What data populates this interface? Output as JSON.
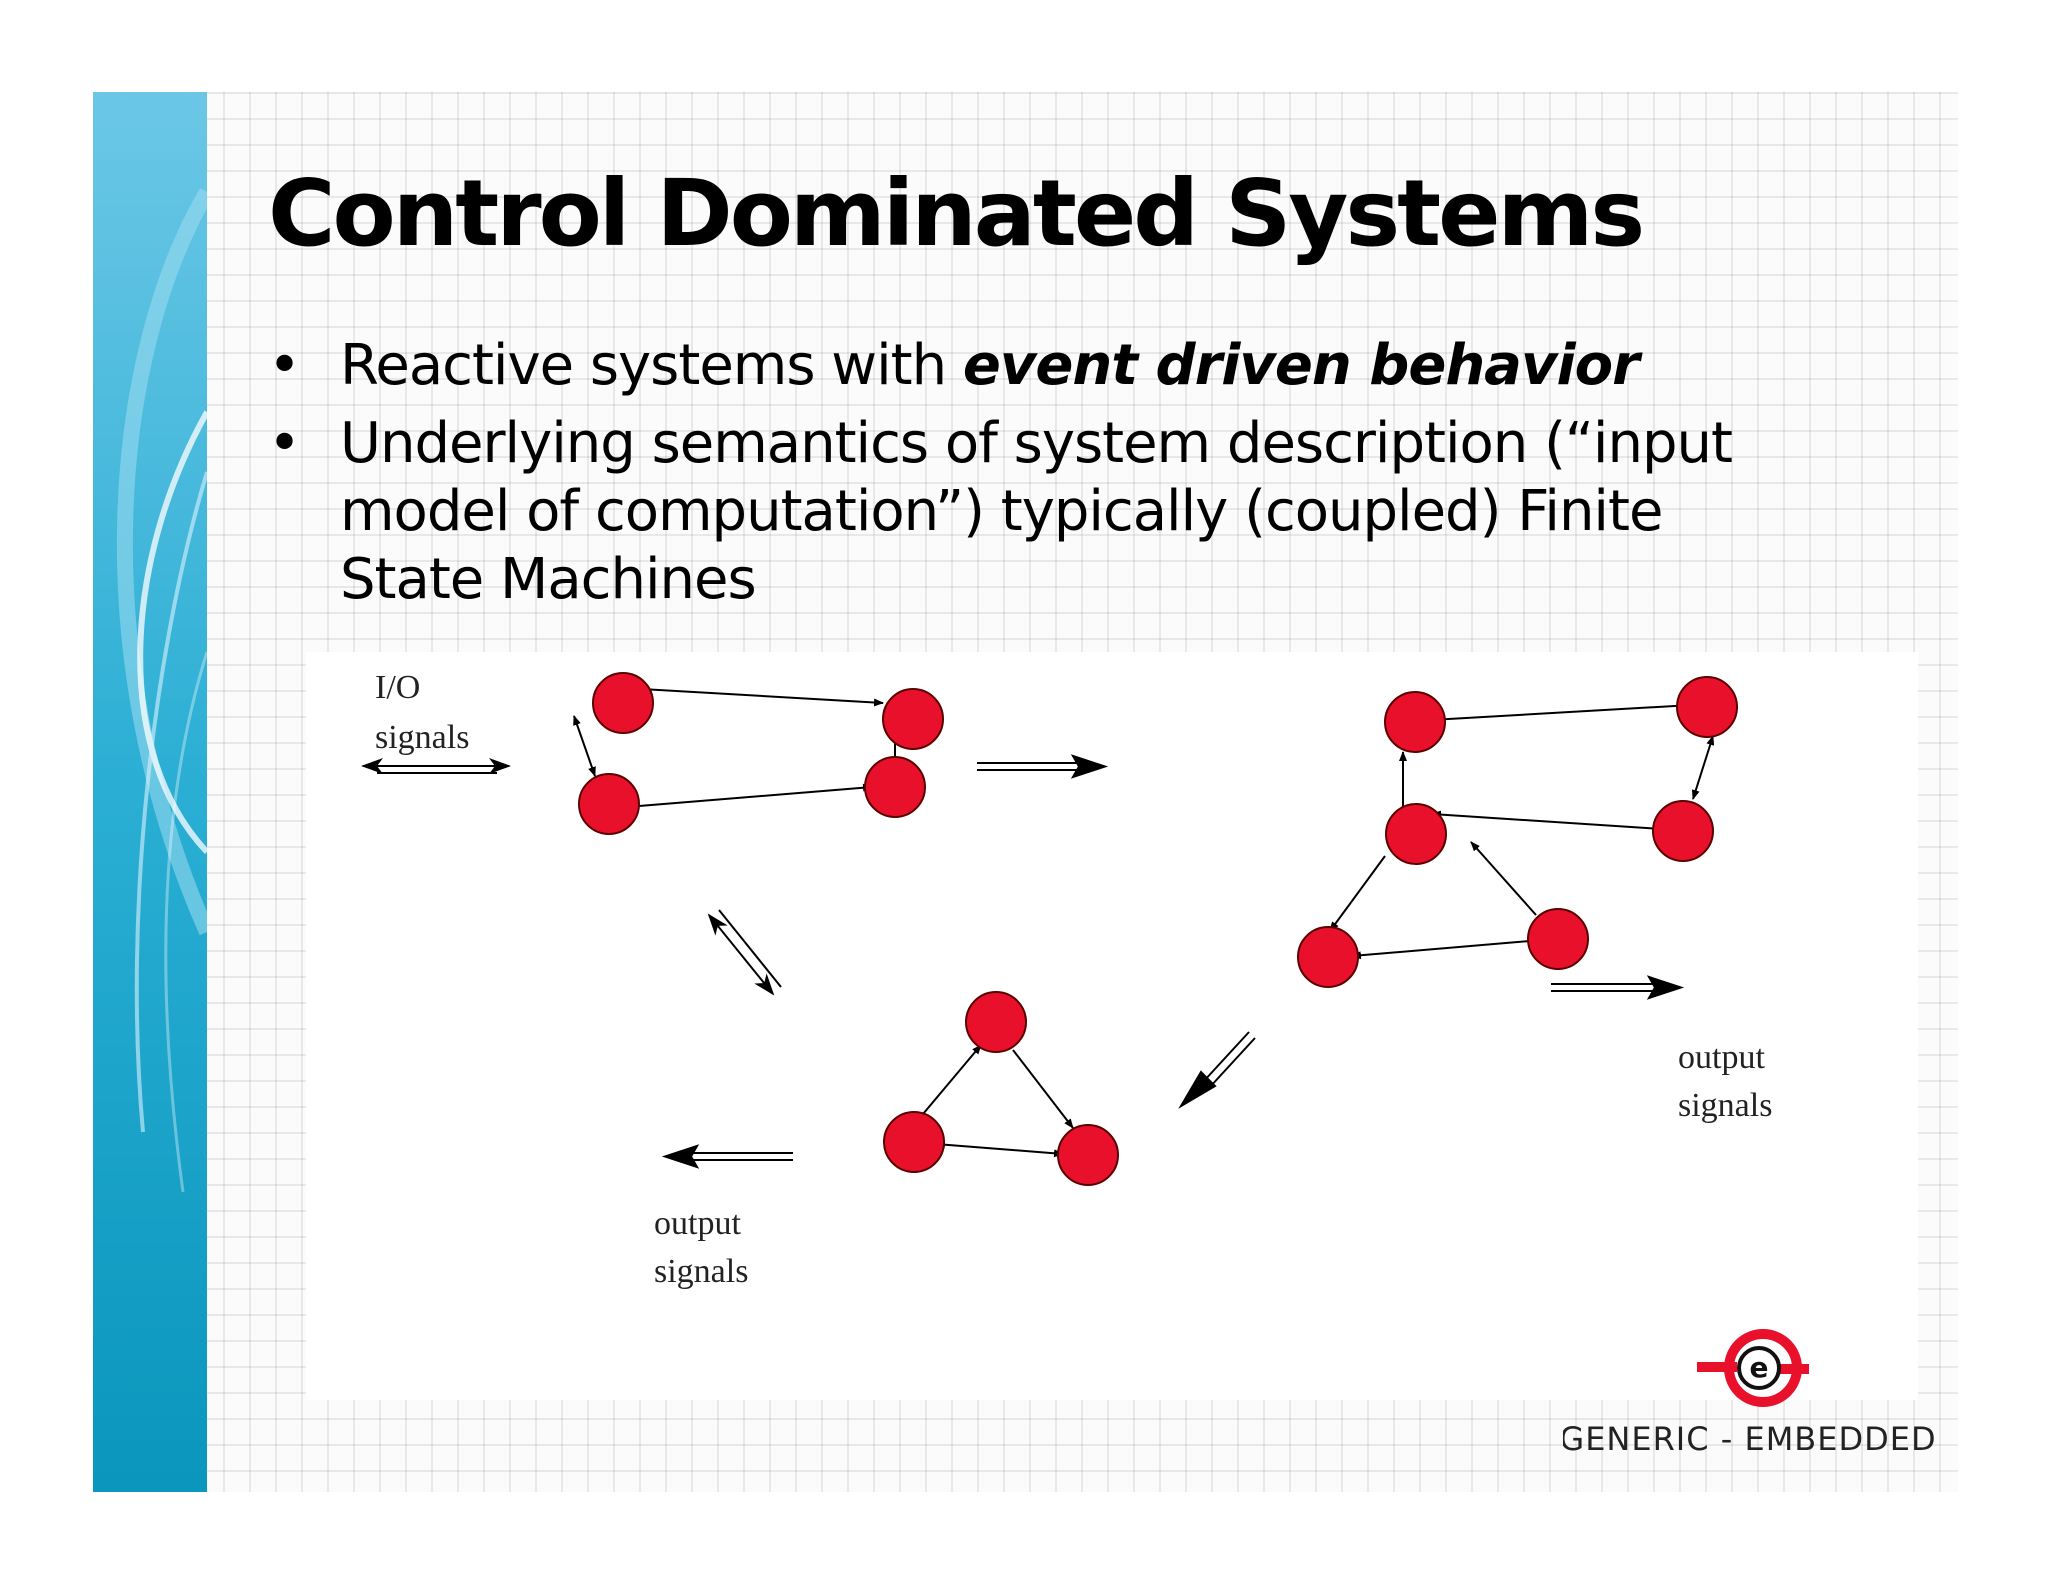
{
  "slide": {
    "title": "Control Dominated Systems",
    "bullets": [
      {
        "marker": "•",
        "text_before": "Reactive systems with ",
        "emphasis": "event driven behavior",
        "text_after": ""
      },
      {
        "marker": "•",
        "text_before": "Underlying semantics of system description (“input model of computation”) typically (coupled) Finite State Machines",
        "emphasis": "",
        "text_after": ""
      }
    ]
  },
  "diagram": {
    "labels": {
      "io_line1": "I/O",
      "io_line2": "signals",
      "out_left_line1": "output",
      "out_left_line2": "signals",
      "out_right_line1": "output",
      "out_right_line2": "signals"
    },
    "node_color": "#e8102a",
    "fsm_groups": [
      {
        "name": "fsm-1",
        "states": 4
      },
      {
        "name": "fsm-2",
        "states": 6
      },
      {
        "name": "fsm-3",
        "states": 3
      }
    ]
  },
  "logo": {
    "brand_text": "GENERIC - EMBEDDED",
    "mark_letter": "e",
    "mark_color": "#e8102a"
  },
  "theme": {
    "sidebar_color_dark": "#0a96bd",
    "sidebar_color_light": "#6cc7e6"
  }
}
